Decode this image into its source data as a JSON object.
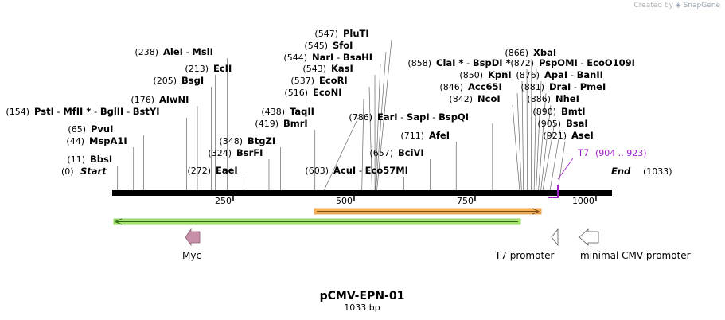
{
  "credit": {
    "prefix": "Created by",
    "brand": "SnapGene"
  },
  "plasmid": {
    "name": "pCMV-EPN-01",
    "length_label": "1033 bp",
    "length": 1033
  },
  "ends": {
    "start_label": "Start",
    "start_pos": "(0)",
    "end_label": "End",
    "end_pos": "(1033)"
  },
  "ruler": {
    "ticks": [
      "250",
      "500",
      "750",
      "1000"
    ]
  },
  "sites": [
    {
      "pos": "(11)",
      "names": [
        "BbsI"
      ]
    },
    {
      "pos": "(44)",
      "names": [
        "MspA1I"
      ]
    },
    {
      "pos": "(65)",
      "names": [
        "PvuI"
      ]
    },
    {
      "pos": "(154)",
      "names": [
        "PstI",
        "MfII *",
        "BglII",
        "BstYI"
      ]
    },
    {
      "pos": "(176)",
      "names": [
        "AlwNI"
      ]
    },
    {
      "pos": "(205)",
      "names": [
        "BsgI"
      ]
    },
    {
      "pos": "(213)",
      "names": [
        "EcII"
      ]
    },
    {
      "pos": "(238)",
      "names": [
        "AleI",
        "MslI"
      ]
    },
    {
      "pos": "(272)",
      "names": [
        "EaeI"
      ]
    },
    {
      "pos": "(324)",
      "names": [
        "BsrFI"
      ]
    },
    {
      "pos": "(348)",
      "names": [
        "BtgZI"
      ]
    },
    {
      "pos": "(419)",
      "names": [
        "BmrI"
      ]
    },
    {
      "pos": "(438)",
      "names": [
        "TaqII"
      ]
    },
    {
      "pos": "(516)",
      "names": [
        "EcoNI"
      ]
    },
    {
      "pos": "(537)",
      "names": [
        "EcoRI"
      ]
    },
    {
      "pos": "(543)",
      "names": [
        "KasI"
      ]
    },
    {
      "pos": "(544)",
      "names": [
        "NarI",
        "BsaHI"
      ]
    },
    {
      "pos": "(545)",
      "names": [
        "SfoI"
      ]
    },
    {
      "pos": "(547)",
      "names": [
        "PluTI"
      ]
    },
    {
      "pos": "(603)",
      "names": [
        "AcuI",
        "Eco57MI"
      ]
    },
    {
      "pos": "(657)",
      "names": [
        "BciVI"
      ]
    },
    {
      "pos": "(711)",
      "names": [
        "AfeI"
      ]
    },
    {
      "pos": "(786)",
      "names": [
        "EarI",
        "SapI",
        "BspQI"
      ]
    },
    {
      "pos": "(842)",
      "names": [
        "NcoI"
      ]
    },
    {
      "pos": "(846)",
      "names": [
        "Acc65I"
      ]
    },
    {
      "pos": "(850)",
      "names": [
        "KpnI"
      ]
    },
    {
      "pos": "(858)",
      "names": [
        "ClaI *",
        "BspDI *"
      ]
    },
    {
      "pos": "(866)",
      "names": [
        "XbaI"
      ]
    },
    {
      "pos": "(872)",
      "names": [
        "PspOMI",
        "EcoO109I"
      ]
    },
    {
      "pos": "(876)",
      "names": [
        "ApaI",
        "BanII"
      ]
    },
    {
      "pos": "(881)",
      "names": [
        "DraI",
        "PmeI"
      ]
    },
    {
      "pos": "(886)",
      "names": [
        "NheI"
      ]
    },
    {
      "pos": "(890)",
      "names": [
        "BmtI"
      ]
    },
    {
      "pos": "(905)",
      "names": [
        "BsaI"
      ]
    },
    {
      "pos": "(921)",
      "names": [
        "AseI"
      ]
    }
  ],
  "primer": {
    "name": "T7",
    "range": "(904 .. 923)",
    "color": "#a020c8"
  },
  "features": [
    {
      "name": "Myc",
      "color": "#c890a8"
    },
    {
      "name": "T7 promoter",
      "color": "#ffffff"
    },
    {
      "name": "minimal CMV promoter",
      "color": "#ffffff"
    }
  ],
  "bars": [
    {
      "kind": "orange",
      "color": "#f5b05a"
    },
    {
      "kind": "green",
      "color": "#6cc838"
    }
  ]
}
